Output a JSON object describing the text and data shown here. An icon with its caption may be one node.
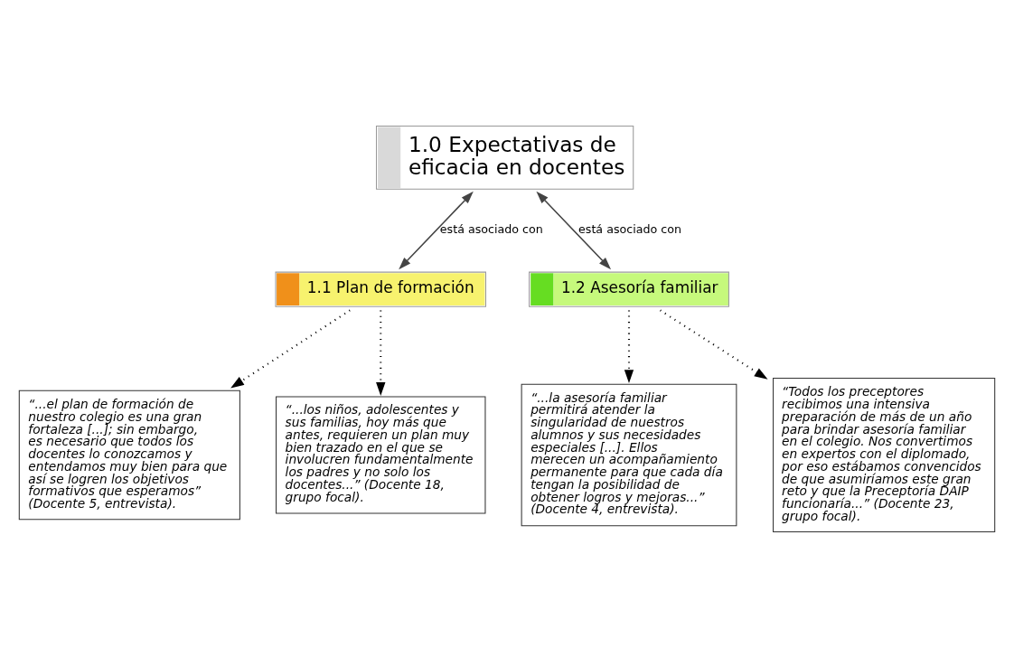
{
  "diagram": {
    "nodes": [
      {
        "text": [
          "1.0 Expectativas de eficacia en docentes"
        ]
      },
      {
        "text": [
          "1.1 Plan de formación"
        ]
      },
      {
        "text": [
          "1.2 Asesoría familiar"
        ]
      },
      {
        "text": [
          "“...el plan de formación de nuestro colegio es una gran fortaleza [...]; sin embargo, es necesario que todos los docentes lo conozcamos y entendamos muy bien para que así se logren los objetivos formativos que esperamos” (Docente 5, entrevista)."
        ]
      },
      {
        "text": [
          "“...los niños, adolescentes y sus familias, hoy más que antes, requieren un plan muy bien trazado en el que se involucren fundamentalmente los padres y no solo los docentes...” (Docente 18, grupo focal)."
        ]
      },
      {
        "text": [
          "“...la asesoría familiar permitirá atender la singularidad de nuestros alumnos y sus necesidades especiales [...]. Ellos merecen un acompañamiento permanente para que cada día tengan la posibilidad de obtener logros y mejoras...” (Docente 4, entrevista)."
        ]
      },
      {
        "text": [
          "“Todos los preceptores recibimos una intensiva preparación de más de un año para brindar asesoría familiar en el colegio. Nos convertimos en expertos con el diplomado, por eso estábamos convencidos de que asumiríamos este gran reto y que la Preceptoría DAIP funcionaría...” (Docente 23, grupo focal)."
        ]
      }
    ],
    "edges": [
      {
        "from": 0,
        "to": 1,
        "arrow": "both",
        "label": "está asociado con"
      },
      {
        "from": 0,
        "to": 2,
        "arrow": "both",
        "label": "está asociado con"
      },
      {
        "from": 1,
        "to": 3,
        "arrow": "to",
        "style": "dashed"
      },
      {
        "from": 1,
        "to": 4,
        "arrow": "to",
        "style": "dashed"
      },
      {
        "from": 2,
        "to": 5,
        "arrow": "to",
        "style": "dashed"
      },
      {
        "from": 2,
        "to": 6,
        "arrow": "to",
        "style": "dashed"
      }
    ]
  }
}
